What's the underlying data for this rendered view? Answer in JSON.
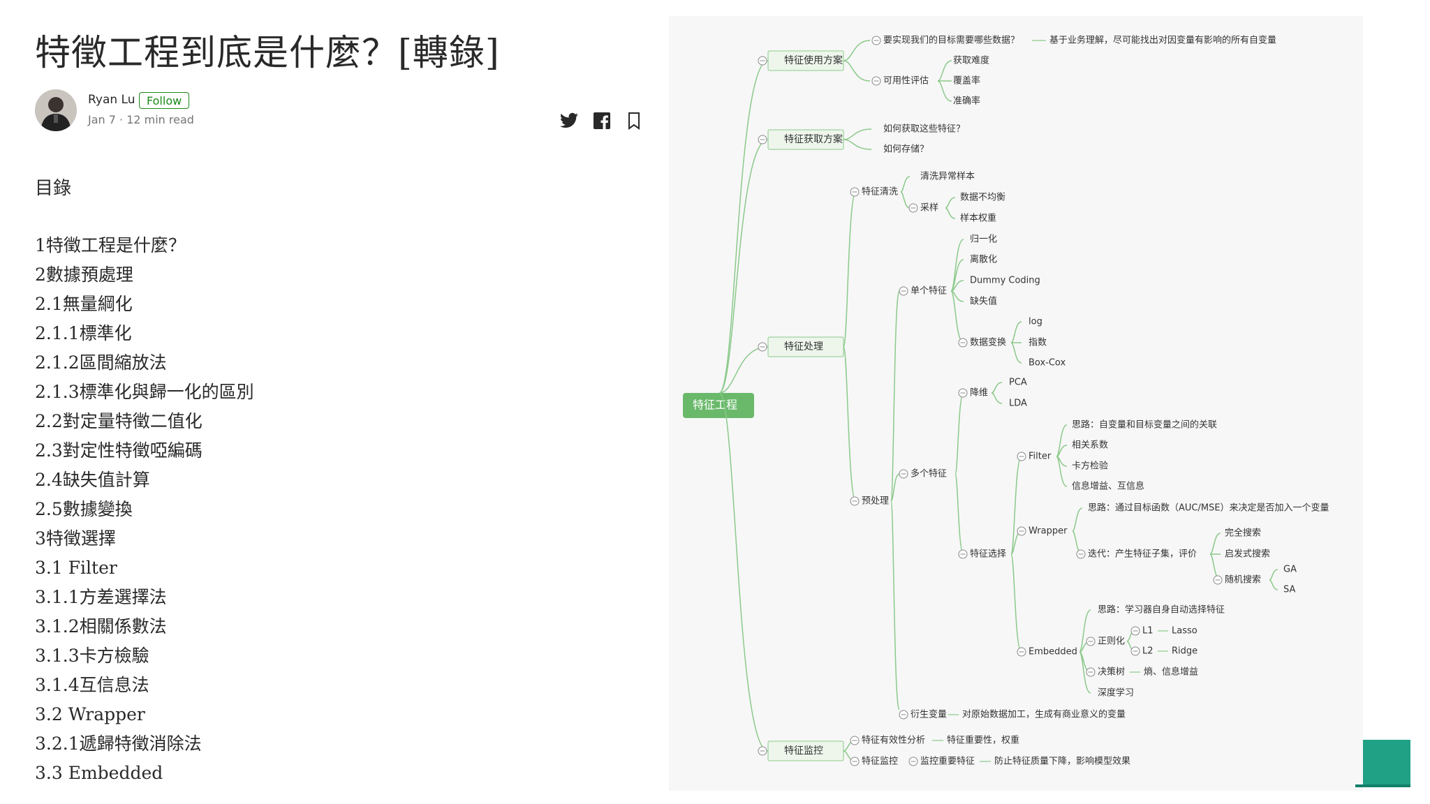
{
  "article": {
    "title": "特徵工程到底是什麼？[轉錄]",
    "author": "Ryan Lu",
    "follow_label": "Follow",
    "meta": "Jan 7 · 12 min read"
  },
  "share": {
    "icons": [
      "twitter-icon",
      "facebook-icon",
      "bookmark-icon"
    ]
  },
  "toc": {
    "heading": "目錄",
    "items": [
      "1特徵工程是什麼？",
      "2數據預處理",
      "2.1無量綱化",
      "2.1.1標準化",
      "2.1.2區間縮放法",
      "2.1.3標準化與歸一化的區別",
      "2.2對定量特徵二值化",
      "2.3對定性特徵啞編碼",
      "2.4缺失值計算",
      "2.5數據變換",
      "3特徵選擇",
      "3.1 Filter",
      "3.1.1方差選擇法",
      "3.1.2相關係數法",
      "3.1.3卡方檢驗",
      "3.1.4互信息法",
      "3.2 Wrapper",
      "3.2.1遞歸特徵消除法",
      "3.3 Embedded"
    ]
  },
  "mindmap": {
    "colors": {
      "line": "#8bc98a",
      "node_fill": "#eef6ec",
      "root_fill": "#6ab96b",
      "background": "#f7f7f7",
      "text": "#333333"
    },
    "root": "特征工程",
    "main_nodes": [
      "特征使用方案",
      "特征获取方案",
      "特征处理",
      "特征监控"
    ],
    "labels": {
      "n1": "要实现我们的目标需要哪些数据？",
      "n1a": "基于业务理解，尽可能找出对因变量有影响的所有自变量",
      "n2": "可用性评估",
      "n2a": "获取难度",
      "n2b": "覆盖率",
      "n2c": "准确率",
      "n3": "如何获取这些特征？",
      "n4": "如何存储？",
      "clean": "特征清洗",
      "clean1": "清洗异常样本",
      "sample": "采样",
      "sample1": "数据不均衡",
      "sample2": "样本权重",
      "pre": "预处理",
      "single": "单个特征",
      "s1": "归一化",
      "s2": "离散化",
      "s3": "Dummy Coding",
      "s4": "缺失值",
      "trans": "数据变换",
      "t1": "log",
      "t2": "指数",
      "t3": "Box-Cox",
      "multi": "多个特征",
      "dim": "降维",
      "d1": "PCA",
      "d2": "LDA",
      "fsel": "特征选择",
      "filter": "Filter",
      "f1": "思路：自变量和目标变量之间的关联",
      "f2": "相关系数",
      "f3": "卡方检验",
      "f4": "信息增益、互信息",
      "wrapper": "Wrapper",
      "w1": "思路：通过目标函数（AUC/MSE）来决定是否加入一个变量",
      "w2": "迭代：产生特征子集，评价",
      "w2a": "完全搜索",
      "w2b": "启发式搜索",
      "w2c": "随机搜索",
      "ga": "GA",
      "sa": "SA",
      "embedded": "Embedded",
      "e1": "思路：学习器自身自动选择特征",
      "reg": "正则化",
      "l1": "L1",
      "lasso": "Lasso",
      "l2": "L2",
      "ridge": "Ridge",
      "tree": "决策树",
      "entropy": "熵、信息增益",
      "deep": "深度学习",
      "derived": "衍生变量",
      "derived1": "对原始数据加工，生成有商业意义的变量",
      "eff": "特征有效性分析",
      "eff1": "特征重要性，权重",
      "mon": "特征监控",
      "mon1": "监控重要特征",
      "mon2": "防止特征质量下降，影响模型效果"
    }
  }
}
